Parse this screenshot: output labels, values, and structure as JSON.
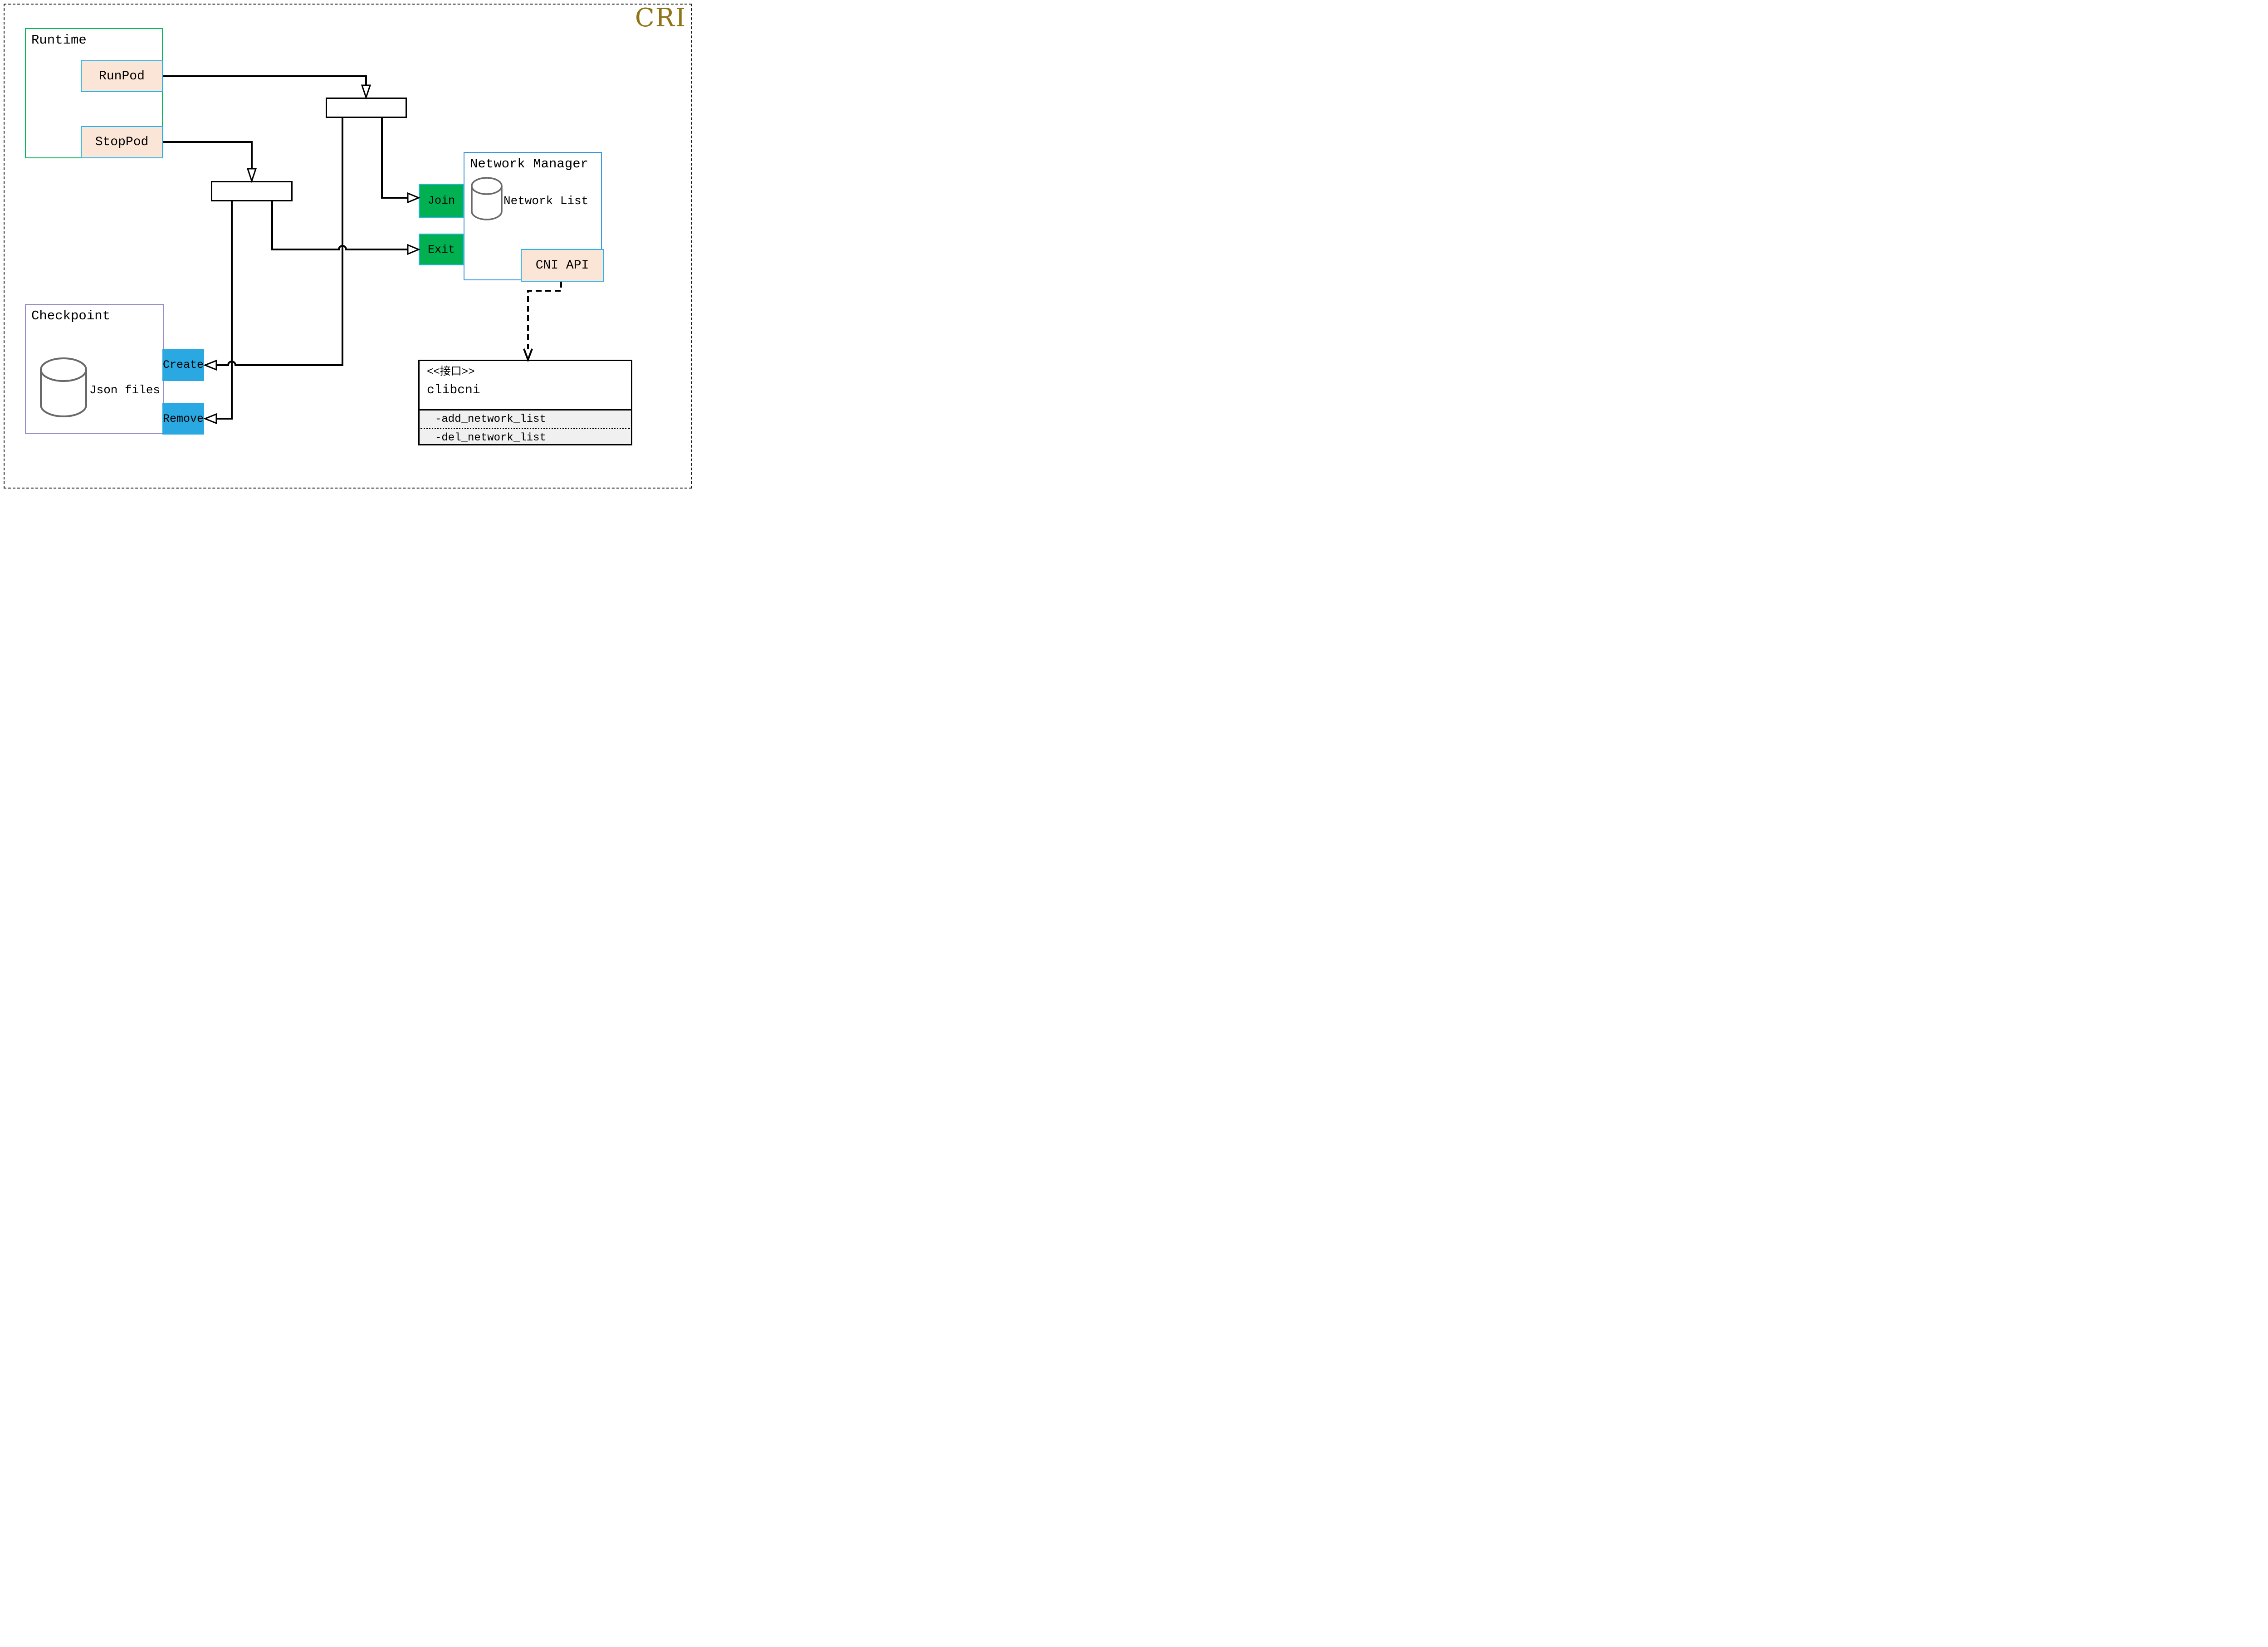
{
  "title": "CRI",
  "runtime": {
    "label": "Runtime",
    "runpod": "RunPod",
    "stoppod": "StopPod"
  },
  "network_manager": {
    "label": "Network Manager",
    "network_list": "Network List",
    "join": "Join",
    "exit": "Exit",
    "cni_api": "CNI API"
  },
  "checkpoint": {
    "label": "Checkpoint",
    "json_files": "Json files",
    "create": "Create",
    "remove": "Remove"
  },
  "clibcni": {
    "stereotype": "<<接口>>",
    "name": "clibcni",
    "methods": [
      "-add_network_list",
      "-del_network_list"
    ]
  },
  "colors": {
    "cri_gold": "#8e7414",
    "runtime_border_green": "#0db45a",
    "action_green": "#00b051",
    "action_cyan": "#29a8e1",
    "op_peach_fill": "#fbe5d6",
    "op_blue_border": "#29b3e8",
    "network_manager_border": "#3e97dc",
    "checkpoint_border": "#9c8ec6",
    "cylinder_gray": "#696969",
    "interface_section_gray": "#f0f0f0",
    "line_black": "#000000"
  }
}
